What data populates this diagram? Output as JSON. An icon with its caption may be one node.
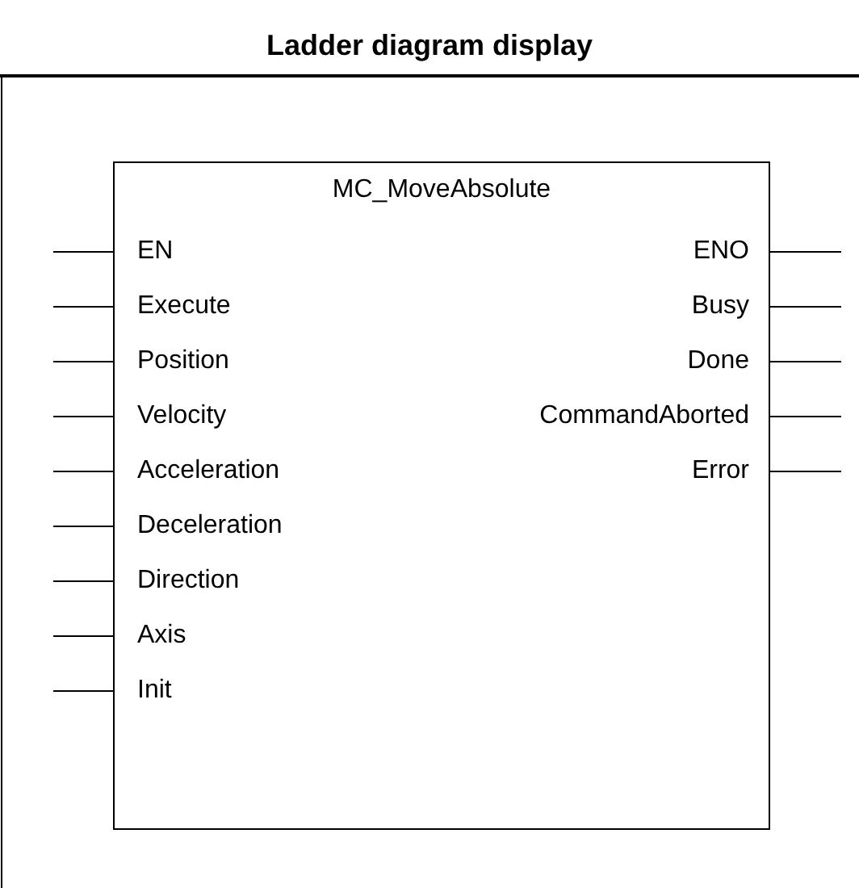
{
  "diagram": {
    "title": "Ladder diagram display",
    "nodes": [
      {
        "text": [
          "MC_MoveAbsolute"
        ]
      }
    ],
    "labels": [
      "EN",
      "ENO",
      "Execute",
      "Busy",
      "Position",
      "Done",
      "Velocity",
      "CommandAborted",
      "Acceleration",
      "Error",
      "Deceleration",
      "Direction",
      "Axis",
      "Init"
    ]
  }
}
